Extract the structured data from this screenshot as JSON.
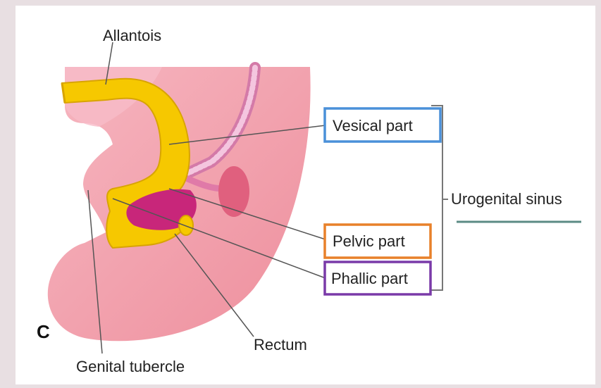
{
  "figure": {
    "panel_letter": "C",
    "labels": {
      "allantois": "Allantois",
      "vesical": "Vesical part",
      "pelvic": "Pelvic part",
      "phallic": "Phallic part",
      "urogenital_sinus": "Urogenital sinus",
      "genital_tubercle": "Genital tubercle",
      "rectum": "Rectum"
    },
    "colors": {
      "embryo_body": "#f2a3ae",
      "allantois_yellow": "#f6c800",
      "cloaca_magenta": "#c8267a",
      "vesical_box": "#4a90d9",
      "pelvic_box": "#e8812a",
      "phallic_box": "#7a3aa8",
      "teal_line": "#5b8b84"
    }
  }
}
